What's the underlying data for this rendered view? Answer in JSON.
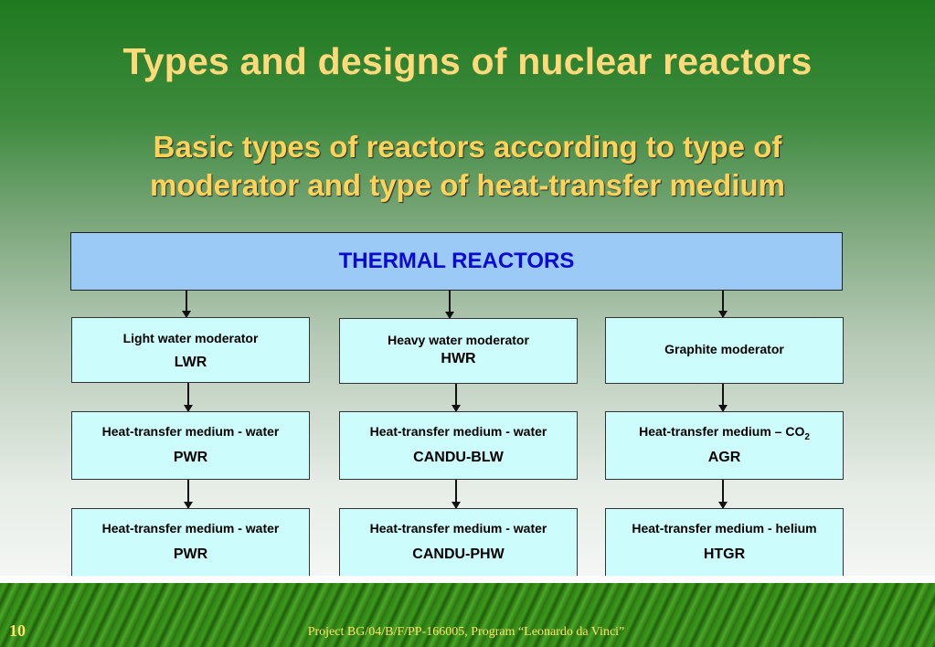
{
  "title": "Types and designs of nuclear reactors",
  "subtitle_line1": "Basic types of reactors according to type of",
  "subtitle_line2": "moderator and type of heat-transfer medium",
  "root": "THERMAL REACTORS",
  "columns": [
    {
      "moderator": {
        "l1": "Light water moderator",
        "l2": "LWR"
      },
      "row2": {
        "l1": "Heat-transfer medium - water",
        "l2": "PWR"
      },
      "row3": {
        "l1": "Heat-transfer medium - water",
        "l2": "PWR"
      }
    },
    {
      "moderator": {
        "l1": "Heavy water moderator",
        "l2": "HWR"
      },
      "row2": {
        "l1": "Heat-transfer medium - water",
        "l2": "CANDU-BLW"
      },
      "row3": {
        "l1": "Heat-transfer medium - water",
        "l2": "CANDU-PHW"
      }
    },
    {
      "moderator": {
        "l1": "Graphite moderator",
        "l2": ""
      },
      "row2": {
        "l1": "Heat-transfer medium – CO",
        "l1_sub": "2",
        "l2": "AGR"
      },
      "row3": {
        "l1": "Heat-transfer medium - helium",
        "l2": "HTGR"
      }
    }
  ],
  "page_number": "10",
  "footer": "Project BG/04/B/F/PP-166005, Program “Leonardo da Vinci”"
}
